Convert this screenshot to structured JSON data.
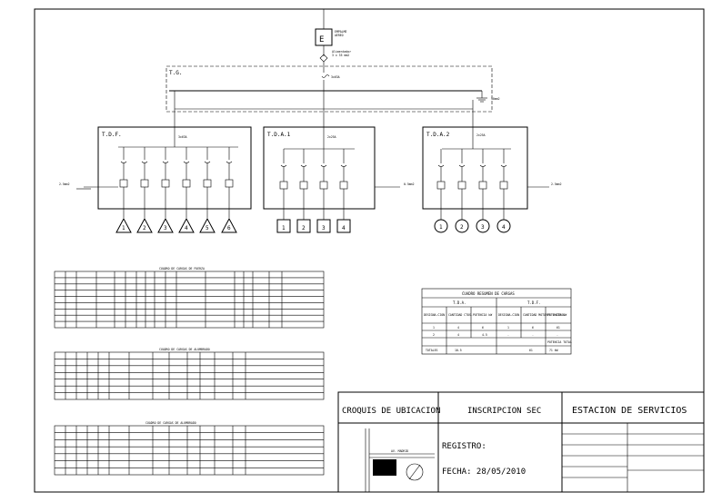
{
  "panels": {
    "tg": "T.G.",
    "tdf": "T.D.F.",
    "tda1": "T.D.A.1",
    "tda2": "T.D.A.2"
  },
  "circuits_tdf": [
    "1",
    "2",
    "3",
    "4",
    "5",
    "6"
  ],
  "circuits_tda1": [
    "1",
    "2",
    "3",
    "4"
  ],
  "circuits_tda2": [
    "1",
    "2",
    "3",
    "4"
  ],
  "tables": {
    "fuerza_title": "CUADRO DE CARGAS DE FUERZA",
    "alumbrado_title": "CUADRO DE CARGAS DE ALUMBRADO",
    "alumbrado2_title": "CUADRO DE CARGAS DE ALUMBRADO",
    "resumen": {
      "title": "CUADRO RESUMEN DE CARGAS",
      "col_tda": "T.D.A.",
      "col_tdf": "T.D.F.",
      "headers": [
        "DESIGNA-CION",
        "CANTIDAD CTOS.",
        "POTENCIA kW",
        "DESIGNA-CION",
        "CANTIDAD MOTORES U OTROS",
        "POTENCIA kW"
      ],
      "rows": [
        [
          "1",
          "4",
          "6",
          "1",
          "6",
          "61"
        ],
        [
          "2",
          "4",
          "4.5",
          "-",
          "-",
          "-"
        ]
      ],
      "potencia_total_label": "POTENCIA TOTAL",
      "totales_label": "TOTALES",
      "totales_tda": "10.5",
      "totales_tdf": "61",
      "potencia_total": "71 kW"
    }
  },
  "title_block": {
    "croquis": "CROQUIS DE UBICACION",
    "inscripcion": "INSCRIPCION SEC",
    "estacion": "ESTACION DE SERVICIOS",
    "registro": "REGISTRO:",
    "fecha": "FECHA: 28/05/2010",
    "av_label": "AV. MADRID"
  }
}
